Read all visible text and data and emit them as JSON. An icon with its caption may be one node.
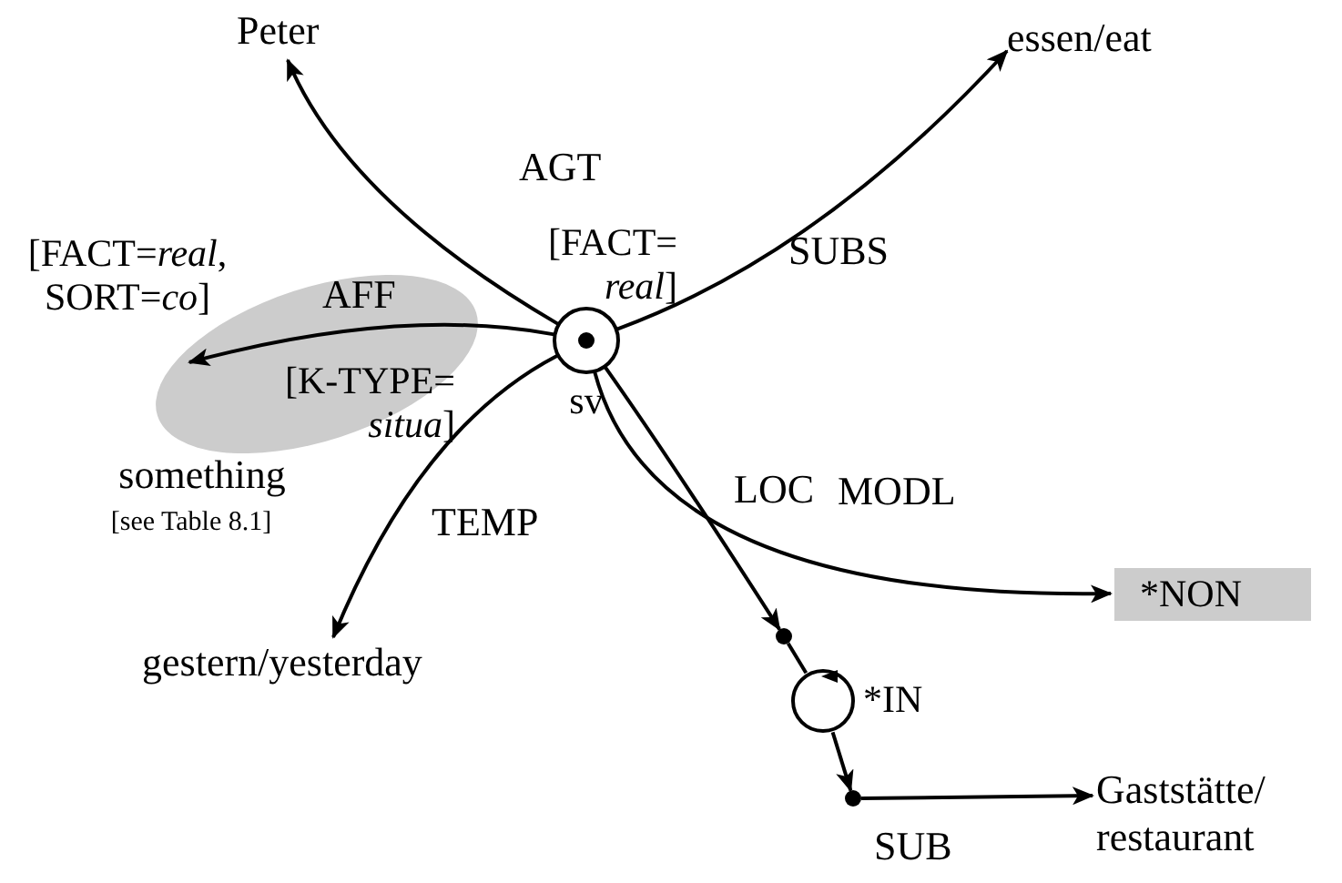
{
  "diagram": {
    "nodes": [
      {
        "text": [
          "sv"
        ],
        "beside": [
          "[FACT= *real*]"
        ]
      },
      {
        "text": [
          "Peter"
        ]
      },
      {
        "text": [
          "essen/eat"
        ]
      },
      {
        "text": [
          "something",
          "[see Table 8.1]"
        ],
        "beside": [
          "[FACT=*real*, SORT=*co*]"
        ]
      },
      {
        "text": [
          "*NON"
        ]
      },
      {
        "text": [
          "gestern/yesterday"
        ]
      },
      {
        "text": [],
        "shape": "circle"
      },
      {
        "text": [],
        "shape": "circle",
        "beside": [
          "*IN"
        ]
      },
      {
        "text": [],
        "shape": "circle"
      },
      {
        "text": [
          "Gaststätte/ restaurant"
        ]
      }
    ],
    "edges": [
      {
        "from": 0,
        "to": 1,
        "arrow": "to",
        "label": "AGT"
      },
      {
        "from": 0,
        "to": 2,
        "arrow": "to",
        "label": "SUBS"
      },
      {
        "from": 0,
        "to": 3,
        "arrow": "to",
        "label": "AFF"
      },
      {
        "from": 0,
        "to": 4,
        "arrow": "to",
        "label": "MODL"
      },
      {
        "from": 0,
        "to": 5,
        "arrow": "to",
        "label": "TEMP"
      },
      {
        "from": 0,
        "to": 6,
        "arrow": "to",
        "label": "LOC"
      },
      {
        "from": 6,
        "to": 7,
        "arrow": "none"
      },
      {
        "from": 7,
        "to": 8,
        "arrow": "to"
      },
      {
        "from": 8,
        "to": 9,
        "arrow": "to",
        "label": "SUB"
      }
    ],
    "labels": [
      "[K-TYPE= *situa*]"
    ]
  }
}
